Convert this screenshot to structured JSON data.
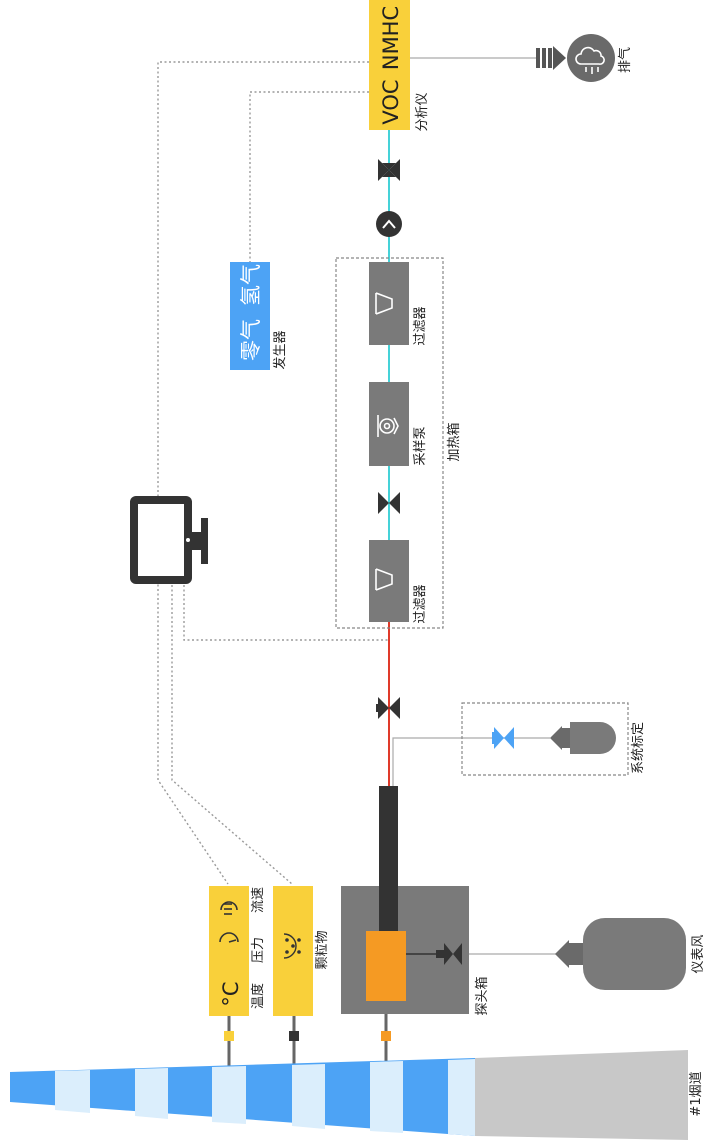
{
  "labels": {
    "analyzer_voc": "VOC",
    "analyzer_nmhc": "NMHC",
    "analyzer_caption": "分析仪",
    "exhaust": "排气",
    "gas_zero": "零气",
    "gas_hydrogen": "氢气",
    "generator_caption": "发生器",
    "filter_top": "过滤器",
    "pump": "采样泵",
    "filter_bottom": "过滤器",
    "heated_box": "加热箱",
    "calibration": "系统标定",
    "instrument_air": "仪表风",
    "probe_box": "探头箱",
    "particulate": "颗粒物",
    "temp_symbol": "°C",
    "temperature": "温度",
    "pressure": "压力",
    "flow": "流速",
    "flue": "#1烟道"
  },
  "icons": {
    "exhaust": "cloud-icon",
    "monitor": "monitor-icon",
    "check_valve": "check-valve-icon",
    "pump": "pump-icon",
    "filter": "funnel-icon",
    "pressure": "gauge-icon",
    "flow": "swirl-icon",
    "particulate": "dots-icon",
    "valve": "valve-icon"
  },
  "colors": {
    "yellow": "#f9d03a",
    "blue": "#4da3f5",
    "gray": "#7a7a7a",
    "cyan": "#45d2d8",
    "red": "#e03a2a",
    "orange": "#f59a23",
    "dark": "#333333"
  }
}
